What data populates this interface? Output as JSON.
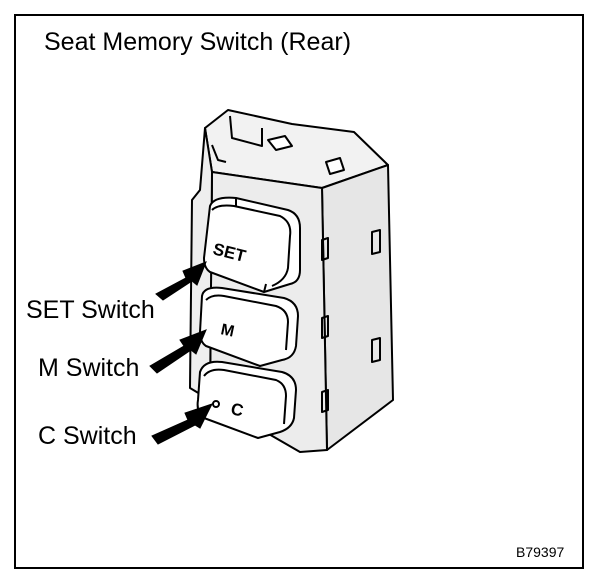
{
  "title": "Seat Memory Switch (Rear)",
  "labels": {
    "set_switch": "SET Switch",
    "m_switch": "M Switch",
    "c_switch": "C Switch"
  },
  "buttons": {
    "set": "SET",
    "m": "M",
    "c": "C"
  },
  "figure_code": "B79397"
}
